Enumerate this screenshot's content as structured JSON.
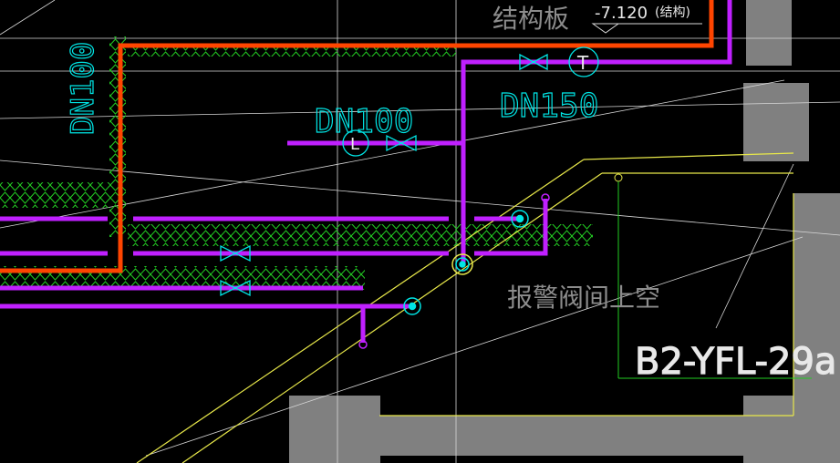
{
  "drawing": {
    "labels": {
      "dn100_vertical": "DN100",
      "dn100_horizontal": "DN100",
      "dn150": "DN150",
      "structure_slab": "结构板",
      "elevation": "-7.120",
      "elevation_note": "(结构)",
      "alarm_valve_note": "报警阀间上空",
      "riser_tag": "B2-YFL-29a"
    },
    "valve_symbols": {
      "left_circle": "L",
      "right_circle": "T"
    },
    "colors": {
      "background": "#000000",
      "fire_main": "#ff4500",
      "sprinkler_pipe": "#c020ff",
      "hatch": "#22cc22",
      "annotation": "#00e5e5",
      "wall_fill": "#808080",
      "grid_line": "#e0e0e0",
      "outline_yellow": "#e8e84a"
    }
  }
}
